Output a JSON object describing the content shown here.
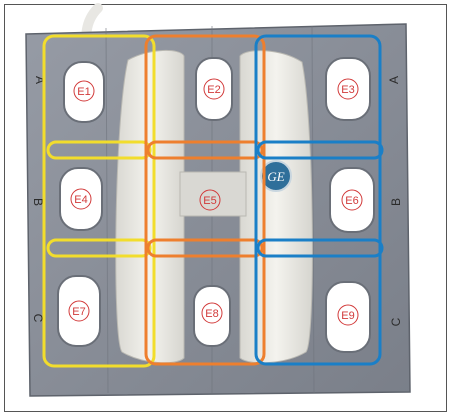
{
  "electrodes": [
    {
      "id": "E1"
    },
    {
      "id": "E2"
    },
    {
      "id": "E3"
    },
    {
      "id": "E4"
    },
    {
      "id": "E5"
    },
    {
      "id": "E6"
    },
    {
      "id": "E7"
    },
    {
      "id": "E8"
    },
    {
      "id": "E9"
    }
  ],
  "rows": {
    "a": "A",
    "b": "B",
    "c": "C"
  },
  "logo": {
    "text": "GE"
  },
  "colors": {
    "pad": "#8a8f99",
    "pad_dark": "#6c717b",
    "handle": "#ecebe6",
    "window": "#ffffff",
    "electrode": "#d23a3a",
    "yellow": "#f2dd2c",
    "orange": "#ee7f2e",
    "blue": "#1a7fc7"
  }
}
